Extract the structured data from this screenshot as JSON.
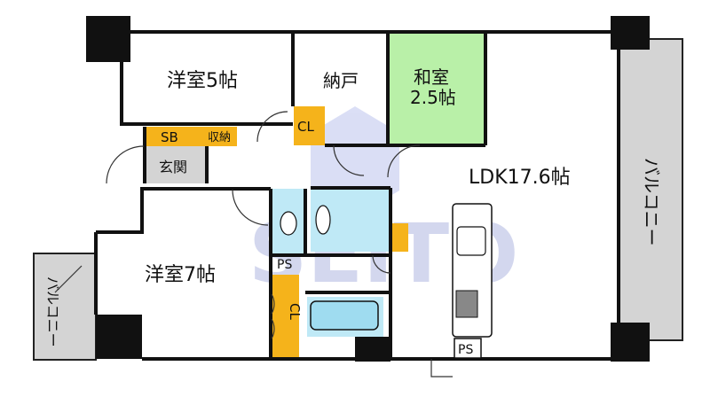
{
  "rooms": {
    "western_room_5": "洋室5帖",
    "storage": "納戸",
    "japanese_room_line1": "和室",
    "japanese_room_line2": "2.5帖",
    "ldk": "LDK17.6帖",
    "western_room_7": "洋室7帖",
    "entrance": "玄関"
  },
  "closets": {
    "shoe_box": "SB",
    "storage_small": "収納",
    "cl_upper": "CL",
    "cl_lower": "CL",
    "ps_left": "PS",
    "ps_bottom": "PS"
  },
  "balconies": {
    "right": "バルコニー",
    "left": "バルコニー"
  },
  "watermark": "SEIТO",
  "colors": {
    "wall": "#111111",
    "closet": "#f5b31b",
    "tatami": "#b9f0a8",
    "wet_area": "#bfe9f6",
    "balcony": "#d4d4d4",
    "entrance": "#d4d4d4"
  }
}
